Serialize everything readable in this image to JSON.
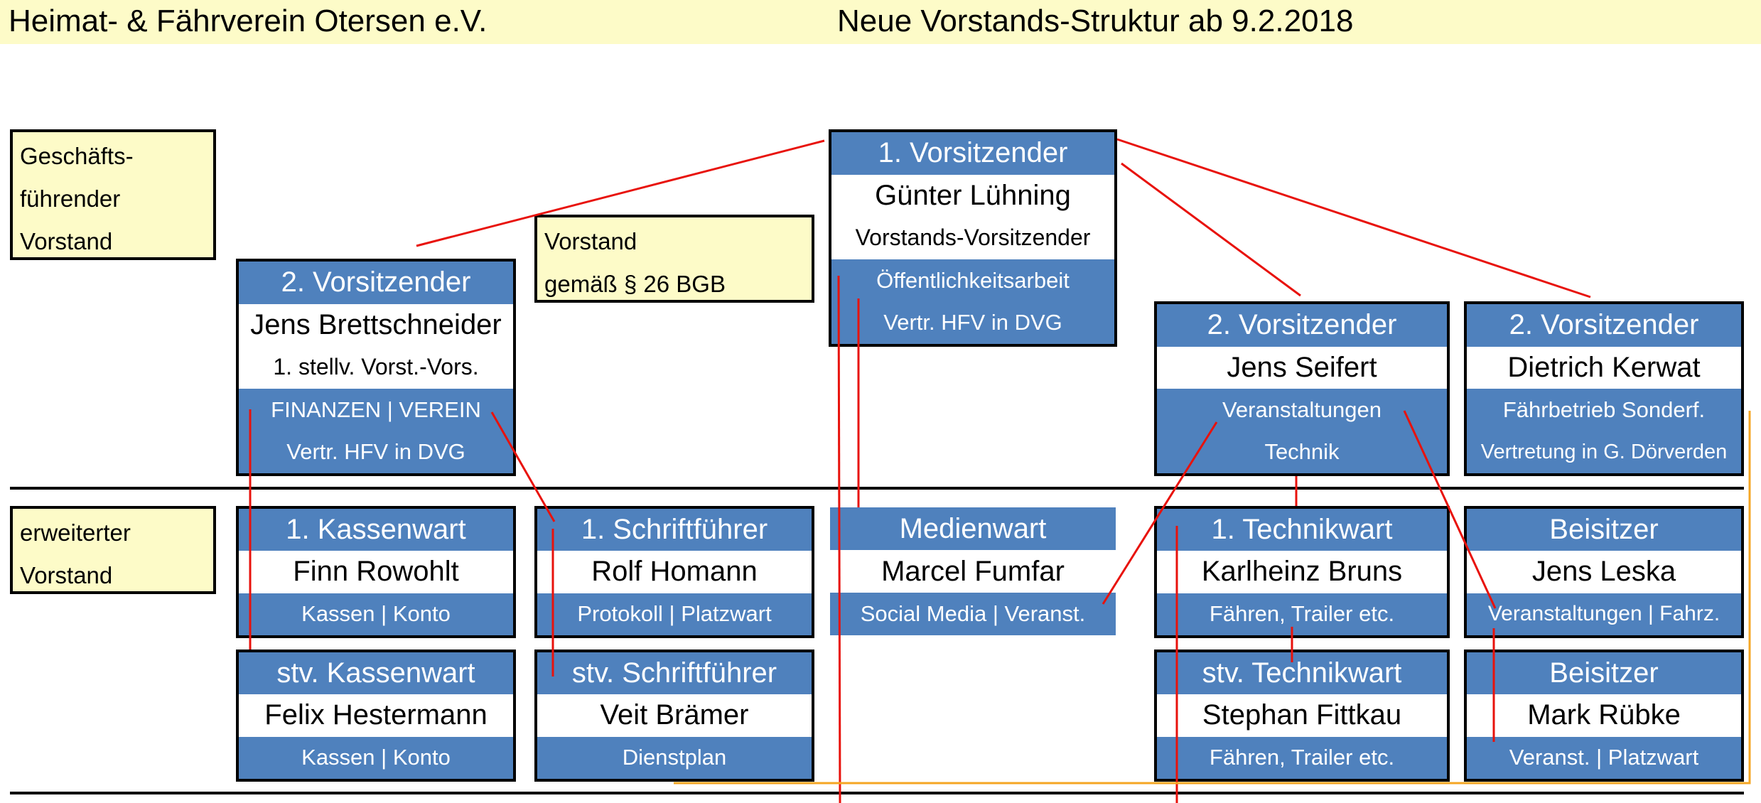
{
  "header": {
    "left": "Heimat- & Fährverein Otersen e.V.",
    "right": "Neue Vorstands-Struktur ab 9.2.2018"
  },
  "notes": {
    "gf": [
      "Geschäfts-",
      "führender",
      "Vorstand"
    ],
    "bgb": [
      "Vorstand",
      "gemäß § 26 BGB"
    ],
    "erw": [
      "erweiterter",
      "Vorstand"
    ]
  },
  "boxes": {
    "vors1": {
      "title": "1. Vorsitzender",
      "name": "Günter Lühning",
      "sub": "Vorstands-Vorsitzender",
      "tasks": [
        "Öffentlichkeitsarbeit",
        "Vertr. HFV in DVG"
      ]
    },
    "vors2a": {
      "title": "2. Vorsitzender",
      "name": "Jens Brettschneider",
      "sub": "1. stellv. Vorst.-Vors.",
      "tasks": [
        "FINANZEN | VEREIN",
        "Vertr. HFV in DVG"
      ]
    },
    "vors2b": {
      "title": "2. Vorsitzender",
      "name": "Jens Seifert",
      "tasks": [
        "Veranstaltungen",
        "Technik"
      ]
    },
    "vors2c": {
      "title": "2. Vorsitzender",
      "name": "Dietrich Kerwat",
      "tasks": [
        "Fährbetrieb Sonderf.",
        "Vertretung in G. Dörverden"
      ]
    },
    "kasse1": {
      "title": "1. Kassenwart",
      "name": "Finn Rowohlt",
      "task": "Kassen | Konto"
    },
    "kasse2": {
      "title": "stv. Kassenwart",
      "name": "Felix Hestermann",
      "task": "Kassen | Konto"
    },
    "schrift1": {
      "title": "1. Schriftführer",
      "name": "Rolf Homann",
      "task": "Protokoll | Platzwart"
    },
    "schrift2": {
      "title": "stv. Schriftführer",
      "name": "Veit Brämer",
      "task": "Dienstplan"
    },
    "medien": {
      "title": "Medienwart",
      "name": "Marcel Fumfar",
      "task": "Social Media | Veranst."
    },
    "technik1": {
      "title": "1. Technikwart",
      "name": "Karlheinz Bruns",
      "task": "Fähren, Trailer etc."
    },
    "technik2": {
      "title": "stv. Technikwart",
      "name": "Stephan Fittkau",
      "task": "Fähren, Trailer etc."
    },
    "beisitzer1": {
      "title": "Beisitzer",
      "name": "Jens Leska",
      "task": "Veranstaltungen | Fahrz."
    },
    "beisitzer2": {
      "title": "Beisitzer",
      "name": "Mark Rübke",
      "task": "Veranst. | Platzwart"
    }
  },
  "colors": {
    "box_header": "#4f81bd",
    "note_bg": "#fdfbc8",
    "connector_red": "#e8120c",
    "connector_orange": "#f5a623"
  }
}
